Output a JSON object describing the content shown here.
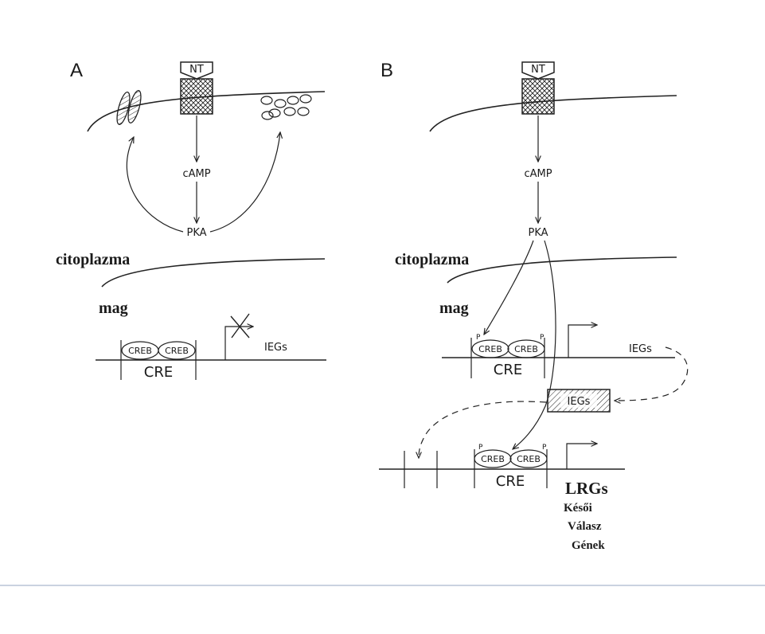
{
  "panel_a": {
    "label": "A",
    "nt_label": "NT",
    "camp": "cAMP",
    "pka": "PKA",
    "cytoplasm": "citoplazma",
    "nucleus": "mag",
    "creb1": "CREB",
    "creb2": "CREB",
    "cre": "CRE",
    "iegs": "IEGs"
  },
  "panel_b": {
    "label": "B",
    "nt_label": "NT",
    "camp": "cAMP",
    "pka": "PKA",
    "cytoplasm": "citoplazma",
    "nucleus": "mag",
    "creb1": "CREB",
    "creb2": "CREB",
    "p": "P",
    "cre": "CRE",
    "iegs": "IEGs",
    "iegs_box": "IEGs",
    "creb3": "CREB",
    "creb4": "CREB",
    "cre2": "CRE",
    "lrgs": "LRGs",
    "late1": "Késői",
    "late2": "Válasz",
    "late3": "Gének"
  }
}
